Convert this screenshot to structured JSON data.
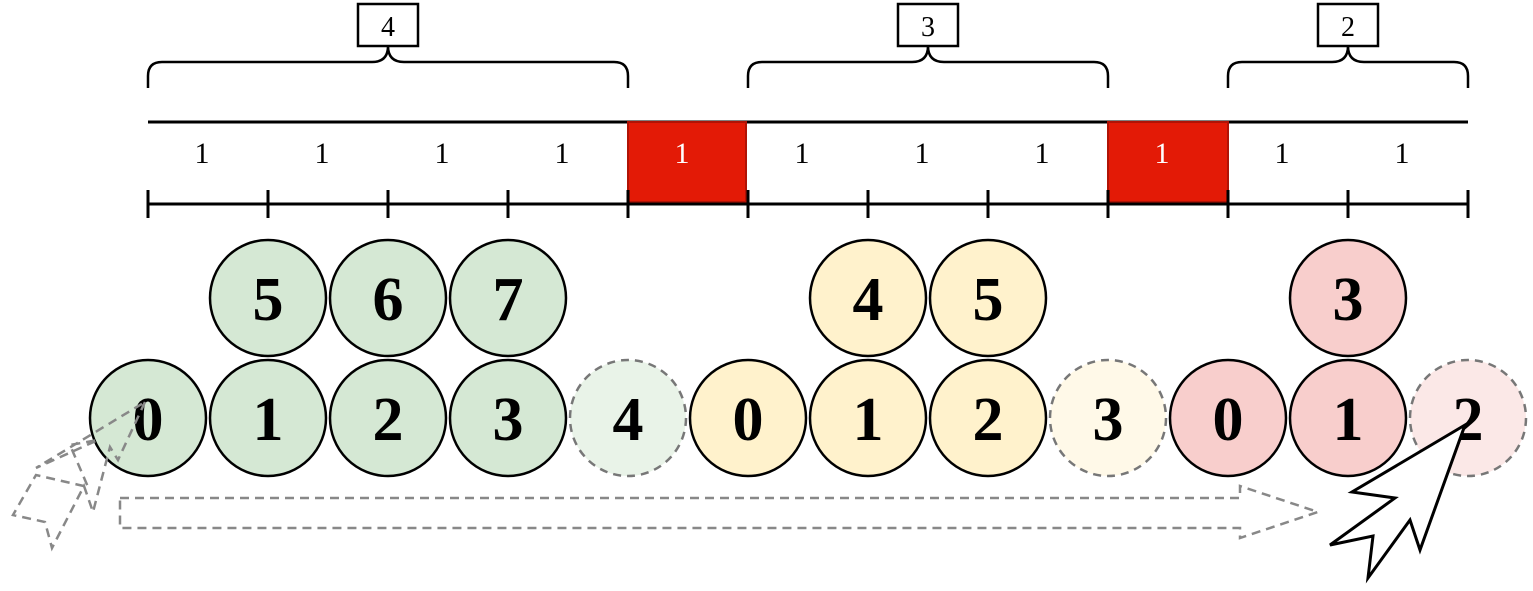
{
  "groups": [
    {
      "label": "4",
      "fill": "#d5e8d4",
      "ghost_fill": "#e9f3e8",
      "top_row": [
        "5",
        "6",
        "7"
      ],
      "bottom_row": [
        "0",
        "1",
        "2",
        "3"
      ],
      "ghost": "4"
    },
    {
      "label": "3",
      "fill": "#fff2cc",
      "ghost_fill": "#fff9e8",
      "top_row": [
        "4",
        "5"
      ],
      "bottom_row": [
        "0",
        "1",
        "2"
      ],
      "ghost": "3"
    },
    {
      "label": "2",
      "fill": "#f8cecc",
      "ghost_fill": "#fbe8e7",
      "top_row": [
        "3"
      ],
      "bottom_row": [
        "0",
        "1"
      ],
      "ghost": "2"
    }
  ],
  "segments": [
    {
      "label": "1",
      "highlight": false
    },
    {
      "label": "1",
      "highlight": false
    },
    {
      "label": "1",
      "highlight": false
    },
    {
      "label": "1",
      "highlight": false
    },
    {
      "label": "1",
      "highlight": true
    },
    {
      "label": "1",
      "highlight": false
    },
    {
      "label": "1",
      "highlight": false
    },
    {
      "label": "1",
      "highlight": false
    },
    {
      "label": "1",
      "highlight": true
    },
    {
      "label": "1",
      "highlight": false
    },
    {
      "label": "1",
      "highlight": false
    }
  ],
  "colors": {
    "highlight": "#e31a06"
  },
  "icons": {
    "start_cursor": "dashed-mouse-pointer-icon",
    "end_cursor": "mouse-pointer-icon",
    "motion": "dashed-right-arrow-icon"
  }
}
